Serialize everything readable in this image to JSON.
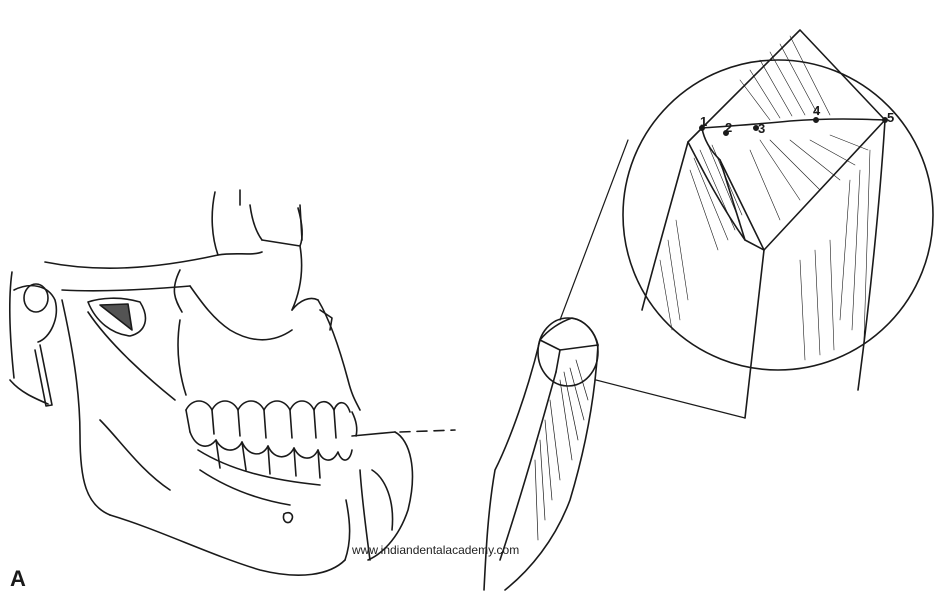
{
  "figure": {
    "panel_letter": "A",
    "watermark": "www.indiandentalacademy.com",
    "labels": [
      "1",
      "2",
      "3",
      "4",
      "5"
    ]
  },
  "colors": {
    "line": "#1a1a1a",
    "background": "#ffffff"
  }
}
